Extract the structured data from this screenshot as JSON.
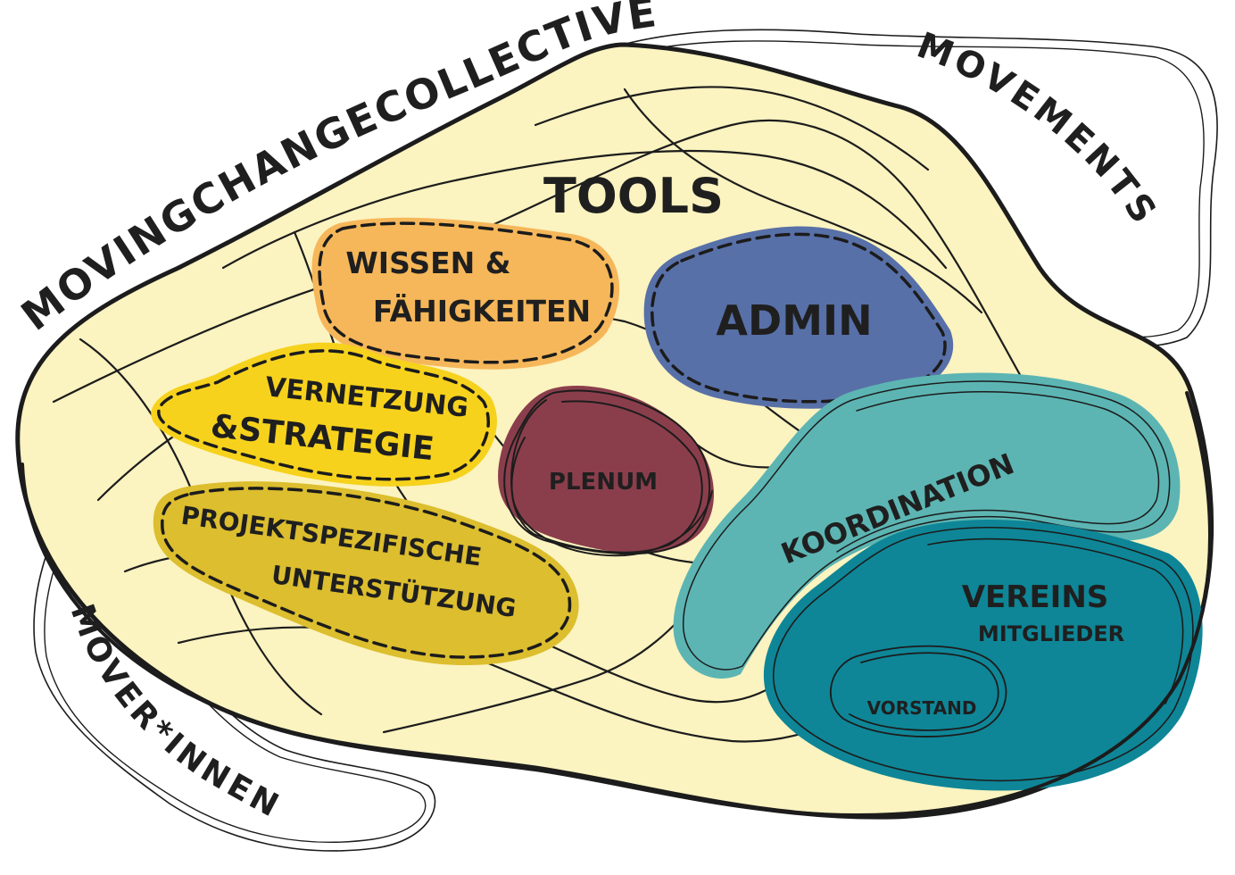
{
  "colors": {
    "background": "#ffffff",
    "collective_fill": "#fbf3c0",
    "wissen": "#f6b75a",
    "vernetzung": "#f6d21c",
    "projekt": "#dcbe2e",
    "admin": "#5870a8",
    "plenum": "#8a3e4c",
    "koordination": "#5cb5b3",
    "vereinsmitglieder": "#0e8697",
    "ink": "#1c1c1c"
  },
  "labels": {
    "outer_top": "MOVINGCHANGECOLLECTIVE",
    "movements": "MOVEMENTS",
    "mover_innen": "MOVER*INNEN",
    "tools": "TOOLS",
    "wissen_line1": "WISSEN &",
    "wissen_line2": "FÄHIGKEITEN",
    "vernetzung_line1": "VERNETZUNG",
    "vernetzung_line2": "&STRATEGIE",
    "projekt_line1": "PROJEKTSPEZIFISCHE",
    "projekt_line2": "UNTERSTÜTZUNG",
    "admin": "ADMIN",
    "plenum": "PLENUM",
    "koordination": "KOORDINATION",
    "vereins_line1": "VEREINS",
    "vereins_line2": "MITGLIEDER",
    "vorstand": "VORSTAND"
  }
}
